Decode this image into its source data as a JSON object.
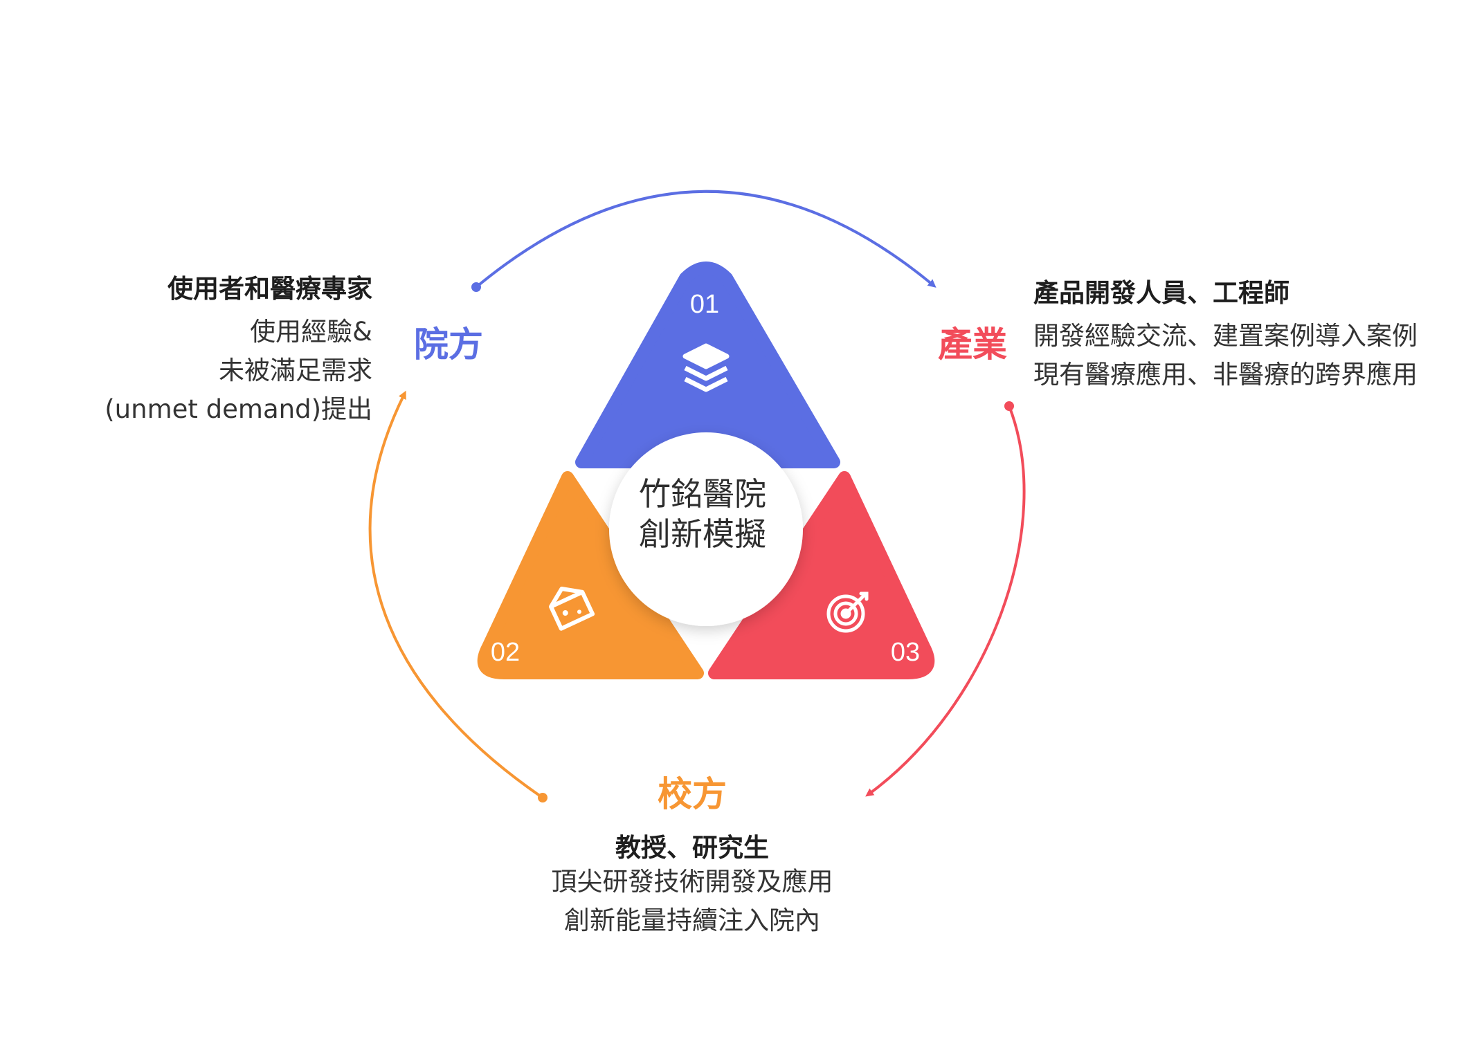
{
  "colors": {
    "blue": "#5b6ee3",
    "orange": "#f79633",
    "red": "#f24c5a"
  },
  "center": {
    "line1": "竹銘醫院",
    "line2": "創新模擬"
  },
  "segments": [
    {
      "number": "01",
      "icon": "books-icon",
      "color": "#5b6ee3"
    },
    {
      "number": "02",
      "icon": "cheese-icon",
      "color": "#f79633"
    },
    {
      "number": "03",
      "icon": "target-icon",
      "color": "#f24c5a"
    }
  ],
  "hospital": {
    "label": "院方",
    "title": "使用者和醫療專家",
    "lines": [
      "使用經驗&",
      "未被滿足需求",
      "(unmet demand)提出"
    ]
  },
  "industry": {
    "label": "產業",
    "title": "產品開發人員、工程師",
    "lines": [
      "開發經驗交流、建置案例導入案例",
      "現有醫療應用、非醫療的跨界應用"
    ]
  },
  "academia": {
    "label": "校方",
    "title": "教授、研究生",
    "lines": [
      "頂尖研發技術開發及應用",
      "創新能量持續注入院內"
    ]
  }
}
